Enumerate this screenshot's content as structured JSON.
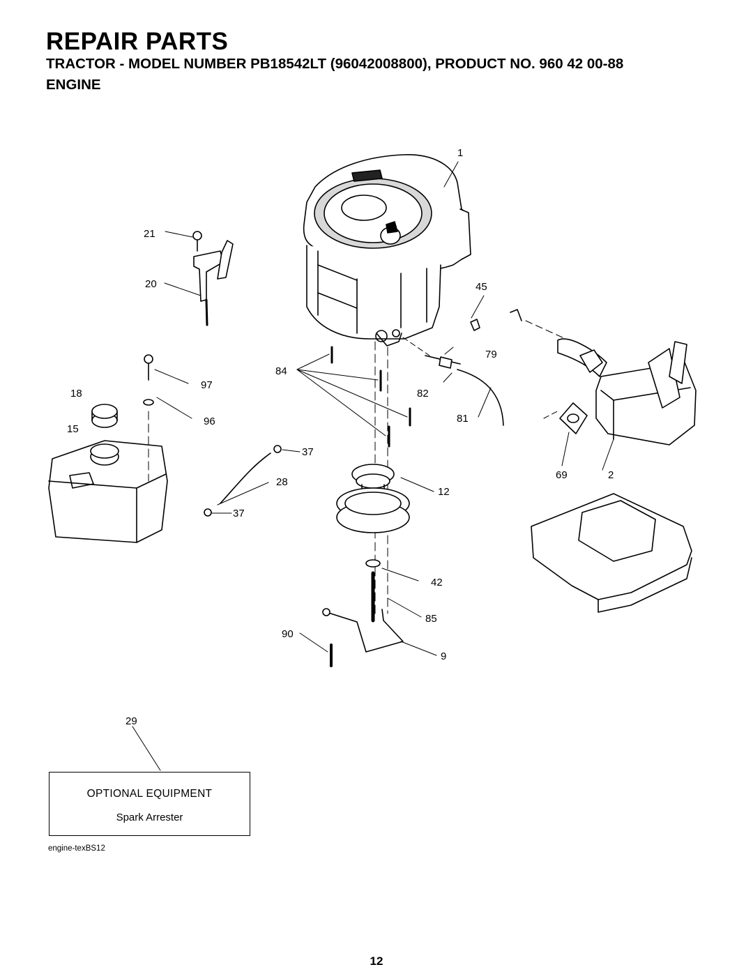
{
  "header": {
    "title": "REPAIR PARTS",
    "model_line": "TRACTOR - MODEL NUMBER PB18542LT (96042008800), PRODUCT NO. 960 42 00-88",
    "section": "ENGINE"
  },
  "callouts": {
    "c1": "1",
    "c2": "2",
    "c9": "9",
    "c12": "12",
    "c15": "15",
    "c18": "18",
    "c20": "20",
    "c21": "21",
    "c28": "28",
    "c29": "29",
    "c37a": "37",
    "c37b": "37",
    "c42": "42",
    "c45": "45",
    "c69": "69",
    "c79": "79",
    "c81": "81",
    "c82": "82",
    "c84": "84",
    "c85": "85",
    "c90": "90",
    "c96": "96",
    "c97": "97"
  },
  "optional_equipment": {
    "title": "OPTIONAL EQUIPMENT",
    "item": "Spark Arrester"
  },
  "figure_id": "engine-texBS12",
  "page_number": "12"
}
